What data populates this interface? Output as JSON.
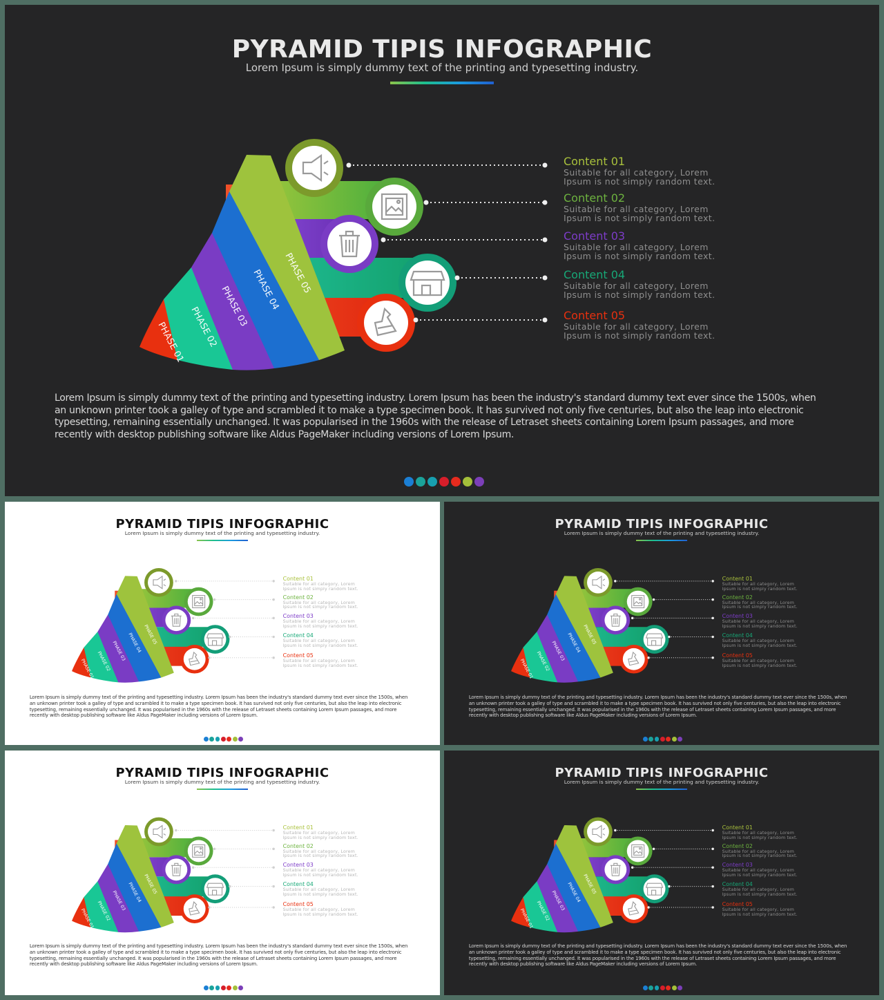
{
  "title": "PYRAMID TIPIS INFOGRAPHIC",
  "subtitle": "Lorem Ipsum is simply dummy text of the printing and typesetting industry.",
  "phases": [
    "PHASE 01",
    "PHASE 02",
    "PHASE 03",
    "PHASE 04",
    "PHASE 05"
  ],
  "items": [
    {
      "title": "Content 01",
      "desc": "Suitable for all category, Lorem Ipsum is not simply random text.",
      "icon": "megaphone-icon",
      "color": "#a9c13c"
    },
    {
      "title": "Content 02",
      "desc": "Suitable for all category, Lorem Ipsum is not simply random text.",
      "icon": "image-icon",
      "color": "#6db33f"
    },
    {
      "title": "Content 03",
      "desc": "Suitable for all category, Lorem Ipsum is not simply random text.",
      "icon": "trash-icon",
      "color": "#7d3cc8"
    },
    {
      "title": "Content 04",
      "desc": "Suitable for all category, Lorem Ipsum is not simply random text.",
      "icon": "store-icon",
      "color": "#17a877"
    },
    {
      "title": "Content 05",
      "desc": "Suitable for all category, Lorem Ipsum is not simply random text.",
      "icon": "flask-icon",
      "color": "#e8300f"
    }
  ],
  "paragraph": "Lorem Ipsum is simply dummy text of the printing and typesetting industry. Lorem Ipsum has been the industry's standard dummy text ever since the 1500s, when an unknown printer took a galley of type and scrambled it to make a type specimen book. It has survived not only five centuries, but also the leap into electronic typesetting, remaining essentially unchanged. It was popularised in the 1960s with the release of Letraset sheets containing Lorem Ipsum passages, and more recently with desktop publishing software like Aldus PageMaker including versions of Lorem Ipsum.",
  "dot_colors": [
    "#1b7fd4",
    "#1ba39a",
    "#17a0b0",
    "#d71e2a",
    "#e62b1e",
    "#a4c03a",
    "#7b3fb8"
  ],
  "colors": {
    "phase1": "#e8300f",
    "phase2": "#19c795",
    "phase3": "#7a3cc4",
    "phase4": "#1c6fd0",
    "phase5": "#9ec33d",
    "dark_bg": "#252526",
    "light_bg": "#ffffff",
    "frame": "#4f6e63"
  },
  "slides": [
    {
      "id": "main",
      "theme": "dark"
    },
    {
      "id": "thumb-1",
      "theme": "light"
    },
    {
      "id": "thumb-2",
      "theme": "dark"
    },
    {
      "id": "thumb-3",
      "theme": "light"
    },
    {
      "id": "thumb-4",
      "theme": "dark"
    }
  ]
}
